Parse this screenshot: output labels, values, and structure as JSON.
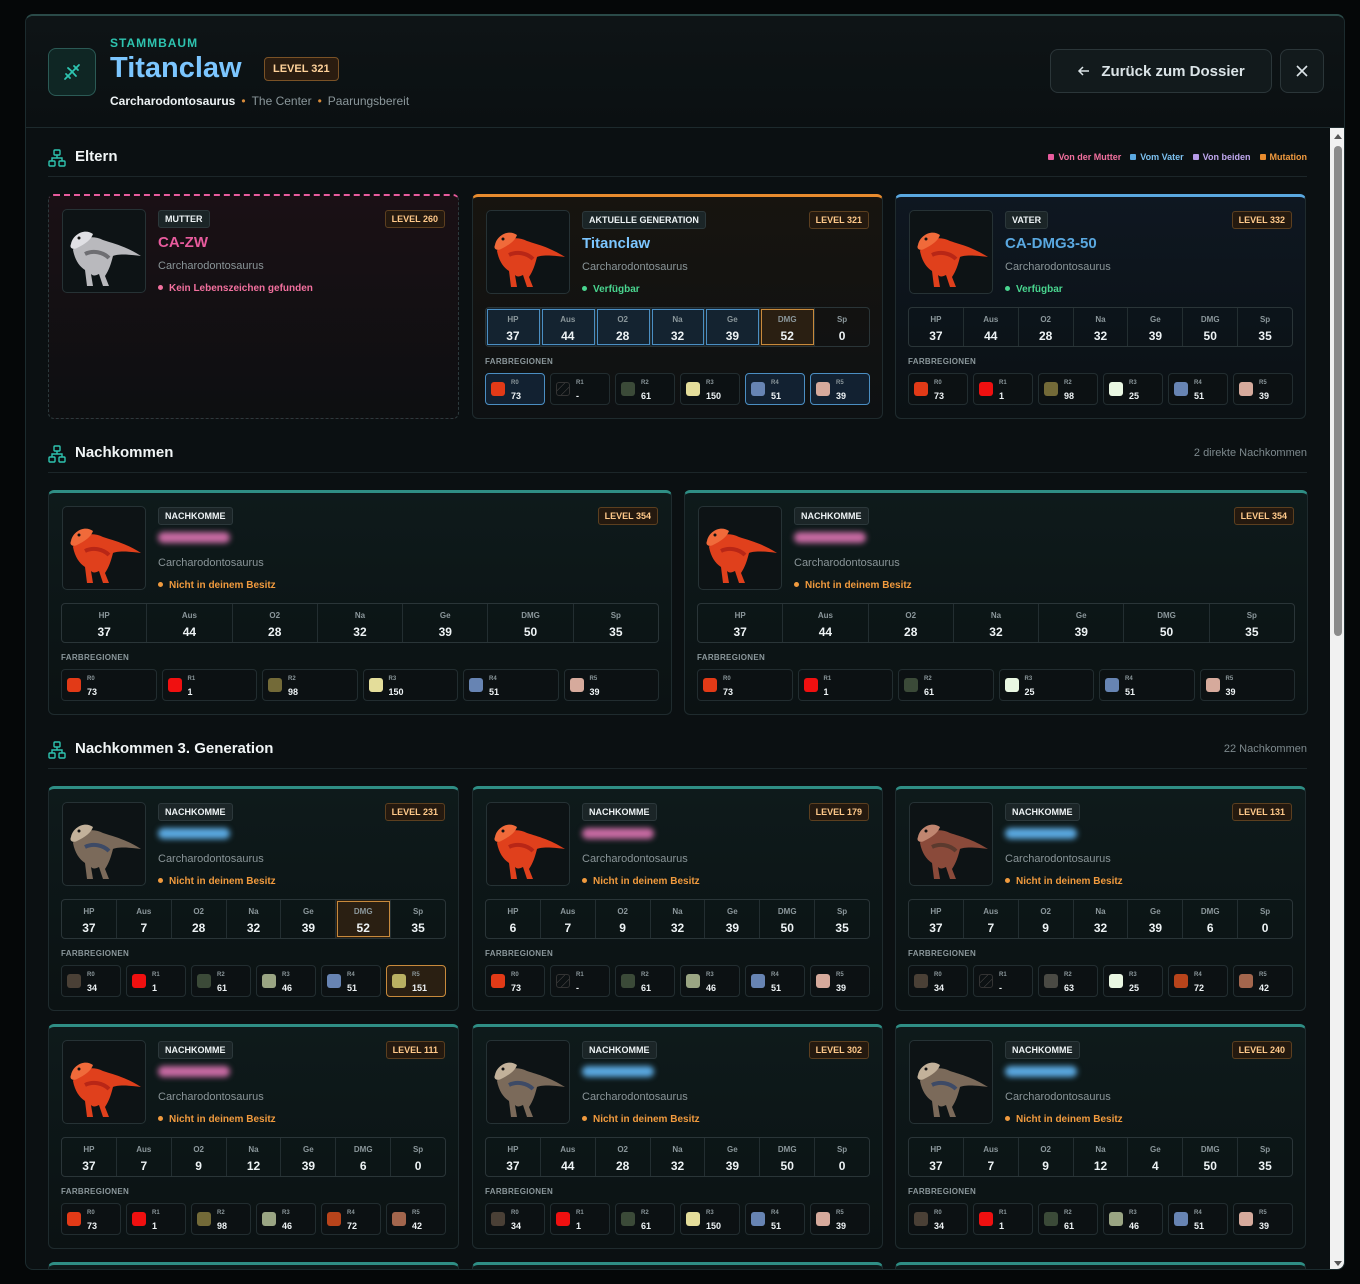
{
  "header": {
    "kicker": "STAMMBAUM",
    "title": "Titanclaw",
    "level": "LEVEL 321",
    "species": "Carcharodontosaurus",
    "map": "The Center",
    "state": "Paarungsbereit",
    "back": "Zurück zum Dossier"
  },
  "colors": {
    "mother": "#e85b9d",
    "father": "#5aa8e0",
    "both": "#b69ae8",
    "mutation": "#e88b2e",
    "accent": "#2ec4b0"
  },
  "sections": {
    "parents": {
      "title": "Eltern",
      "legend": [
        "Von der Mutter",
        "Vom Vater",
        "Von beiden",
        "Mutation"
      ]
    },
    "children": {
      "title": "Nachkommen",
      "meta": "2 direkte Nachkommen"
    },
    "gen3": {
      "title": "Nachkommen 3. Generation",
      "meta": "22 Nachkommen"
    }
  },
  "labels": {
    "stats": [
      "HP",
      "Aus",
      "O2",
      "Na",
      "Ge",
      "DMG",
      "Sp"
    ],
    "colors_title": "FARBREGIONEN",
    "regions": [
      "R0",
      "R1",
      "R2",
      "R3",
      "R4",
      "R5"
    ]
  },
  "cards": [
    {
      "kind": "mother",
      "tag": "MUTTER",
      "level": "LEVEL 260",
      "name": "CA-ZW",
      "species": "Carcharodontosaurus",
      "status": "Kein Lebenszeichen gefunden",
      "status_color": "#f2709e",
      "dino": "grey"
    },
    {
      "kind": "current",
      "tag": "AKTUELLE GENERATION",
      "level": "LEVEL 321",
      "name": "Titanclaw",
      "species": "Carcharodontosaurus",
      "status": "Verfügbar",
      "status_color": "#49d58f",
      "dino": "red",
      "stats": [
        "37",
        "44",
        "28",
        "32",
        "39",
        "52",
        "0"
      ],
      "stat_hl": [
        "b",
        "b",
        "b",
        "b",
        "b",
        "o",
        ""
      ],
      "regions": [
        {
          "c": "#e23a17",
          "v": "73",
          "h": "b"
        },
        {
          "c": null,
          "v": "-"
        },
        {
          "c": "#3b4a38",
          "v": "61"
        },
        {
          "c": "#e4dd9a",
          "v": "150"
        },
        {
          "c": "#6784b3",
          "v": "51",
          "h": "b"
        },
        {
          "c": "#d6aa9c",
          "v": "39",
          "h": "b"
        }
      ]
    },
    {
      "kind": "father",
      "tag": "VATER",
      "level": "LEVEL 332",
      "name": "CA-DMG3-50",
      "species": "Carcharodontosaurus",
      "status": "Verfügbar",
      "status_color": "#49d58f",
      "dino": "red",
      "stats": [
        "37",
        "44",
        "28",
        "32",
        "39",
        "50",
        "35"
      ],
      "regions": [
        {
          "c": "#e23a17",
          "v": "73"
        },
        {
          "c": "#f01010",
          "v": "1"
        },
        {
          "c": "#736a38",
          "v": "98"
        },
        {
          "c": "#e9f7e2",
          "v": "25"
        },
        {
          "c": "#6784b3",
          "v": "51"
        },
        {
          "c": "#d6aa9c",
          "v": "39"
        }
      ]
    },
    {
      "kind": "child",
      "tag": "NACHKOMME",
      "level": "LEVEL 354",
      "species": "Carcharodontosaurus",
      "status": "Nicht in deinem Besitz",
      "status_color": "#f09a3e",
      "dino": "red",
      "blur": "#c76aa2",
      "stats": [
        "37",
        "44",
        "28",
        "32",
        "39",
        "50",
        "35"
      ],
      "regions": [
        {
          "c": "#e23a17",
          "v": "73"
        },
        {
          "c": "#f01010",
          "v": "1"
        },
        {
          "c": "#736a38",
          "v": "98"
        },
        {
          "c": "#e4dd9a",
          "v": "150"
        },
        {
          "c": "#6784b3",
          "v": "51"
        },
        {
          "c": "#d6aa9c",
          "v": "39"
        }
      ]
    },
    {
      "kind": "child",
      "tag": "NACHKOMME",
      "level": "LEVEL 354",
      "species": "Carcharodontosaurus",
      "status": "Nicht in deinem Besitz",
      "status_color": "#f09a3e",
      "dino": "red",
      "blur": "#c76aa2",
      "stats": [
        "37",
        "44",
        "28",
        "32",
        "39",
        "50",
        "35"
      ],
      "regions": [
        {
          "c": "#e23a17",
          "v": "73"
        },
        {
          "c": "#f01010",
          "v": "1"
        },
        {
          "c": "#3b4a38",
          "v": "61"
        },
        {
          "c": "#e9f7e2",
          "v": "25"
        },
        {
          "c": "#6784b3",
          "v": "51"
        },
        {
          "c": "#d6aa9c",
          "v": "39"
        }
      ]
    },
    {
      "kind": "child",
      "tag": "NACHKOMME",
      "level": "LEVEL 231",
      "species": "Carcharodontosaurus",
      "status": "Nicht in deinem Besitz",
      "status_color": "#f09a3e",
      "dino": "mixed",
      "blur": "#5aa8e0",
      "stats": [
        "37",
        "7",
        "28",
        "32",
        "39",
        "52",
        "35"
      ],
      "stat_hl": [
        "",
        "",
        "",
        "",
        "",
        "o",
        ""
      ],
      "regions": [
        {
          "c": "#4a4036",
          "v": "34"
        },
        {
          "c": "#f01010",
          "v": "1"
        },
        {
          "c": "#3b4a38",
          "v": "61"
        },
        {
          "c": "#9aa583",
          "v": "46"
        },
        {
          "c": "#6784b3",
          "v": "51"
        },
        {
          "c": "#b9b062",
          "v": "151",
          "h": "o"
        }
      ]
    },
    {
      "kind": "child",
      "tag": "NACHKOMME",
      "level": "LEVEL 179",
      "species": "Carcharodontosaurus",
      "status": "Nicht in deinem Besitz",
      "status_color": "#f09a3e",
      "dino": "red",
      "blur": "#c76aa2",
      "stats": [
        "6",
        "7",
        "9",
        "32",
        "39",
        "50",
        "35"
      ],
      "regions": [
        {
          "c": "#e23a17",
          "v": "73"
        },
        {
          "c": null,
          "v": "-"
        },
        {
          "c": "#3b4a38",
          "v": "61"
        },
        {
          "c": "#9aa583",
          "v": "46"
        },
        {
          "c": "#6784b3",
          "v": "51"
        },
        {
          "c": "#d6aa9c",
          "v": "39"
        }
      ]
    },
    {
      "kind": "child",
      "tag": "NACHKOMME",
      "level": "LEVEL 131",
      "species": "Carcharodontosaurus",
      "status": "Nicht in deinem Besitz",
      "status_color": "#f09a3e",
      "dino": "brown",
      "blur": "#5aa8e0",
      "stats": [
        "37",
        "7",
        "9",
        "32",
        "39",
        "6",
        "0"
      ],
      "regions": [
        {
          "c": "#4a4036",
          "v": "34"
        },
        {
          "c": null,
          "v": "-"
        },
        {
          "c": "#4a4a44",
          "v": "63"
        },
        {
          "c": "#e9f7e2",
          "v": "25"
        },
        {
          "c": "#b8441b",
          "v": "72"
        },
        {
          "c": "#a3664d",
          "v": "42"
        }
      ]
    },
    {
      "kind": "child",
      "tag": "NACHKOMME",
      "level": "LEVEL 111",
      "species": "Carcharodontosaurus",
      "status": "Nicht in deinem Besitz",
      "status_color": "#f09a3e",
      "dino": "red",
      "blur": "#c76aa2",
      "stats": [
        "37",
        "7",
        "9",
        "12",
        "39",
        "6",
        "0"
      ],
      "regions": [
        {
          "c": "#e23a17",
          "v": "73"
        },
        {
          "c": "#f01010",
          "v": "1"
        },
        {
          "c": "#736a38",
          "v": "98"
        },
        {
          "c": "#9aa583",
          "v": "46"
        },
        {
          "c": "#b8441b",
          "v": "72"
        },
        {
          "c": "#a3664d",
          "v": "42"
        }
      ]
    },
    {
      "kind": "child",
      "tag": "NACHKOMME",
      "level": "LEVEL 302",
      "species": "Carcharodontosaurus",
      "status": "Nicht in deinem Besitz",
      "status_color": "#f09a3e",
      "dino": "mixed",
      "blur": "#5aa8e0",
      "stats": [
        "37",
        "44",
        "28",
        "32",
        "39",
        "50",
        "0"
      ],
      "regions": [
        {
          "c": "#4a4036",
          "v": "34"
        },
        {
          "c": "#f01010",
          "v": "1"
        },
        {
          "c": "#3b4a38",
          "v": "61"
        },
        {
          "c": "#e4dd9a",
          "v": "150"
        },
        {
          "c": "#6784b3",
          "v": "51"
        },
        {
          "c": "#d6aa9c",
          "v": "39"
        }
      ]
    },
    {
      "kind": "child",
      "tag": "NACHKOMME",
      "level": "LEVEL 240",
      "species": "Carcharodontosaurus",
      "status": "Nicht in deinem Besitz",
      "status_color": "#f09a3e",
      "dino": "mixed",
      "blur": "#5aa8e0",
      "stats": [
        "37",
        "7",
        "9",
        "12",
        "4",
        "50",
        "35"
      ],
      "regions": [
        {
          "c": "#4a4036",
          "v": "34"
        },
        {
          "c": "#f01010",
          "v": "1"
        },
        {
          "c": "#3b4a38",
          "v": "61"
        },
        {
          "c": "#9aa583",
          "v": "46"
        },
        {
          "c": "#6784b3",
          "v": "51"
        },
        {
          "c": "#d6aa9c",
          "v": "39"
        }
      ]
    }
  ]
}
